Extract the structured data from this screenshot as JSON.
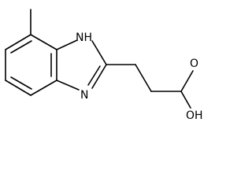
{
  "molecule": {
    "atom_labels": {
      "nh": "NH",
      "n": "N",
      "oh": "OH",
      "o": "O"
    },
    "colors": {
      "bond": "#000000",
      "label": "#000000",
      "background": "#ffffff"
    }
  }
}
